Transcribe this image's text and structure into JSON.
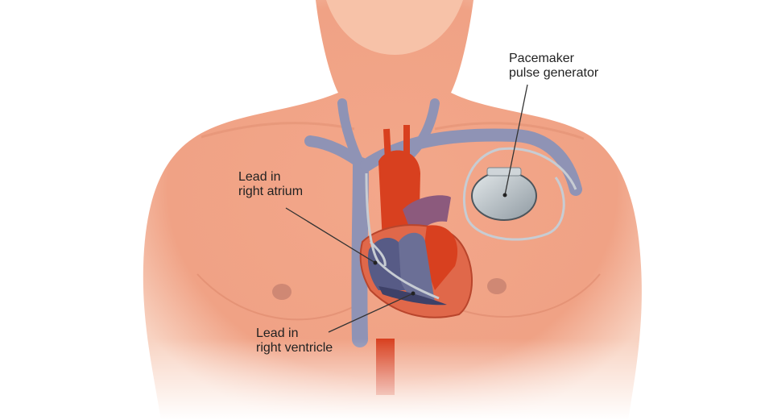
{
  "labels": {
    "pacemaker": {
      "line1": "Pacemaker",
      "line2": "pulse generator"
    },
    "atrium": {
      "line1": "Lead in",
      "line2": "right atrium"
    },
    "ventricle": {
      "line1": "Lead in",
      "line2": "right ventricle"
    }
  },
  "colors": {
    "skin": "#f2a88a",
    "skin_light": "#f9cdb8",
    "vein": "#8f93b5",
    "artery": "#d8401f",
    "heart_wall": "#e0684a",
    "device": "#b9c1c6"
  }
}
